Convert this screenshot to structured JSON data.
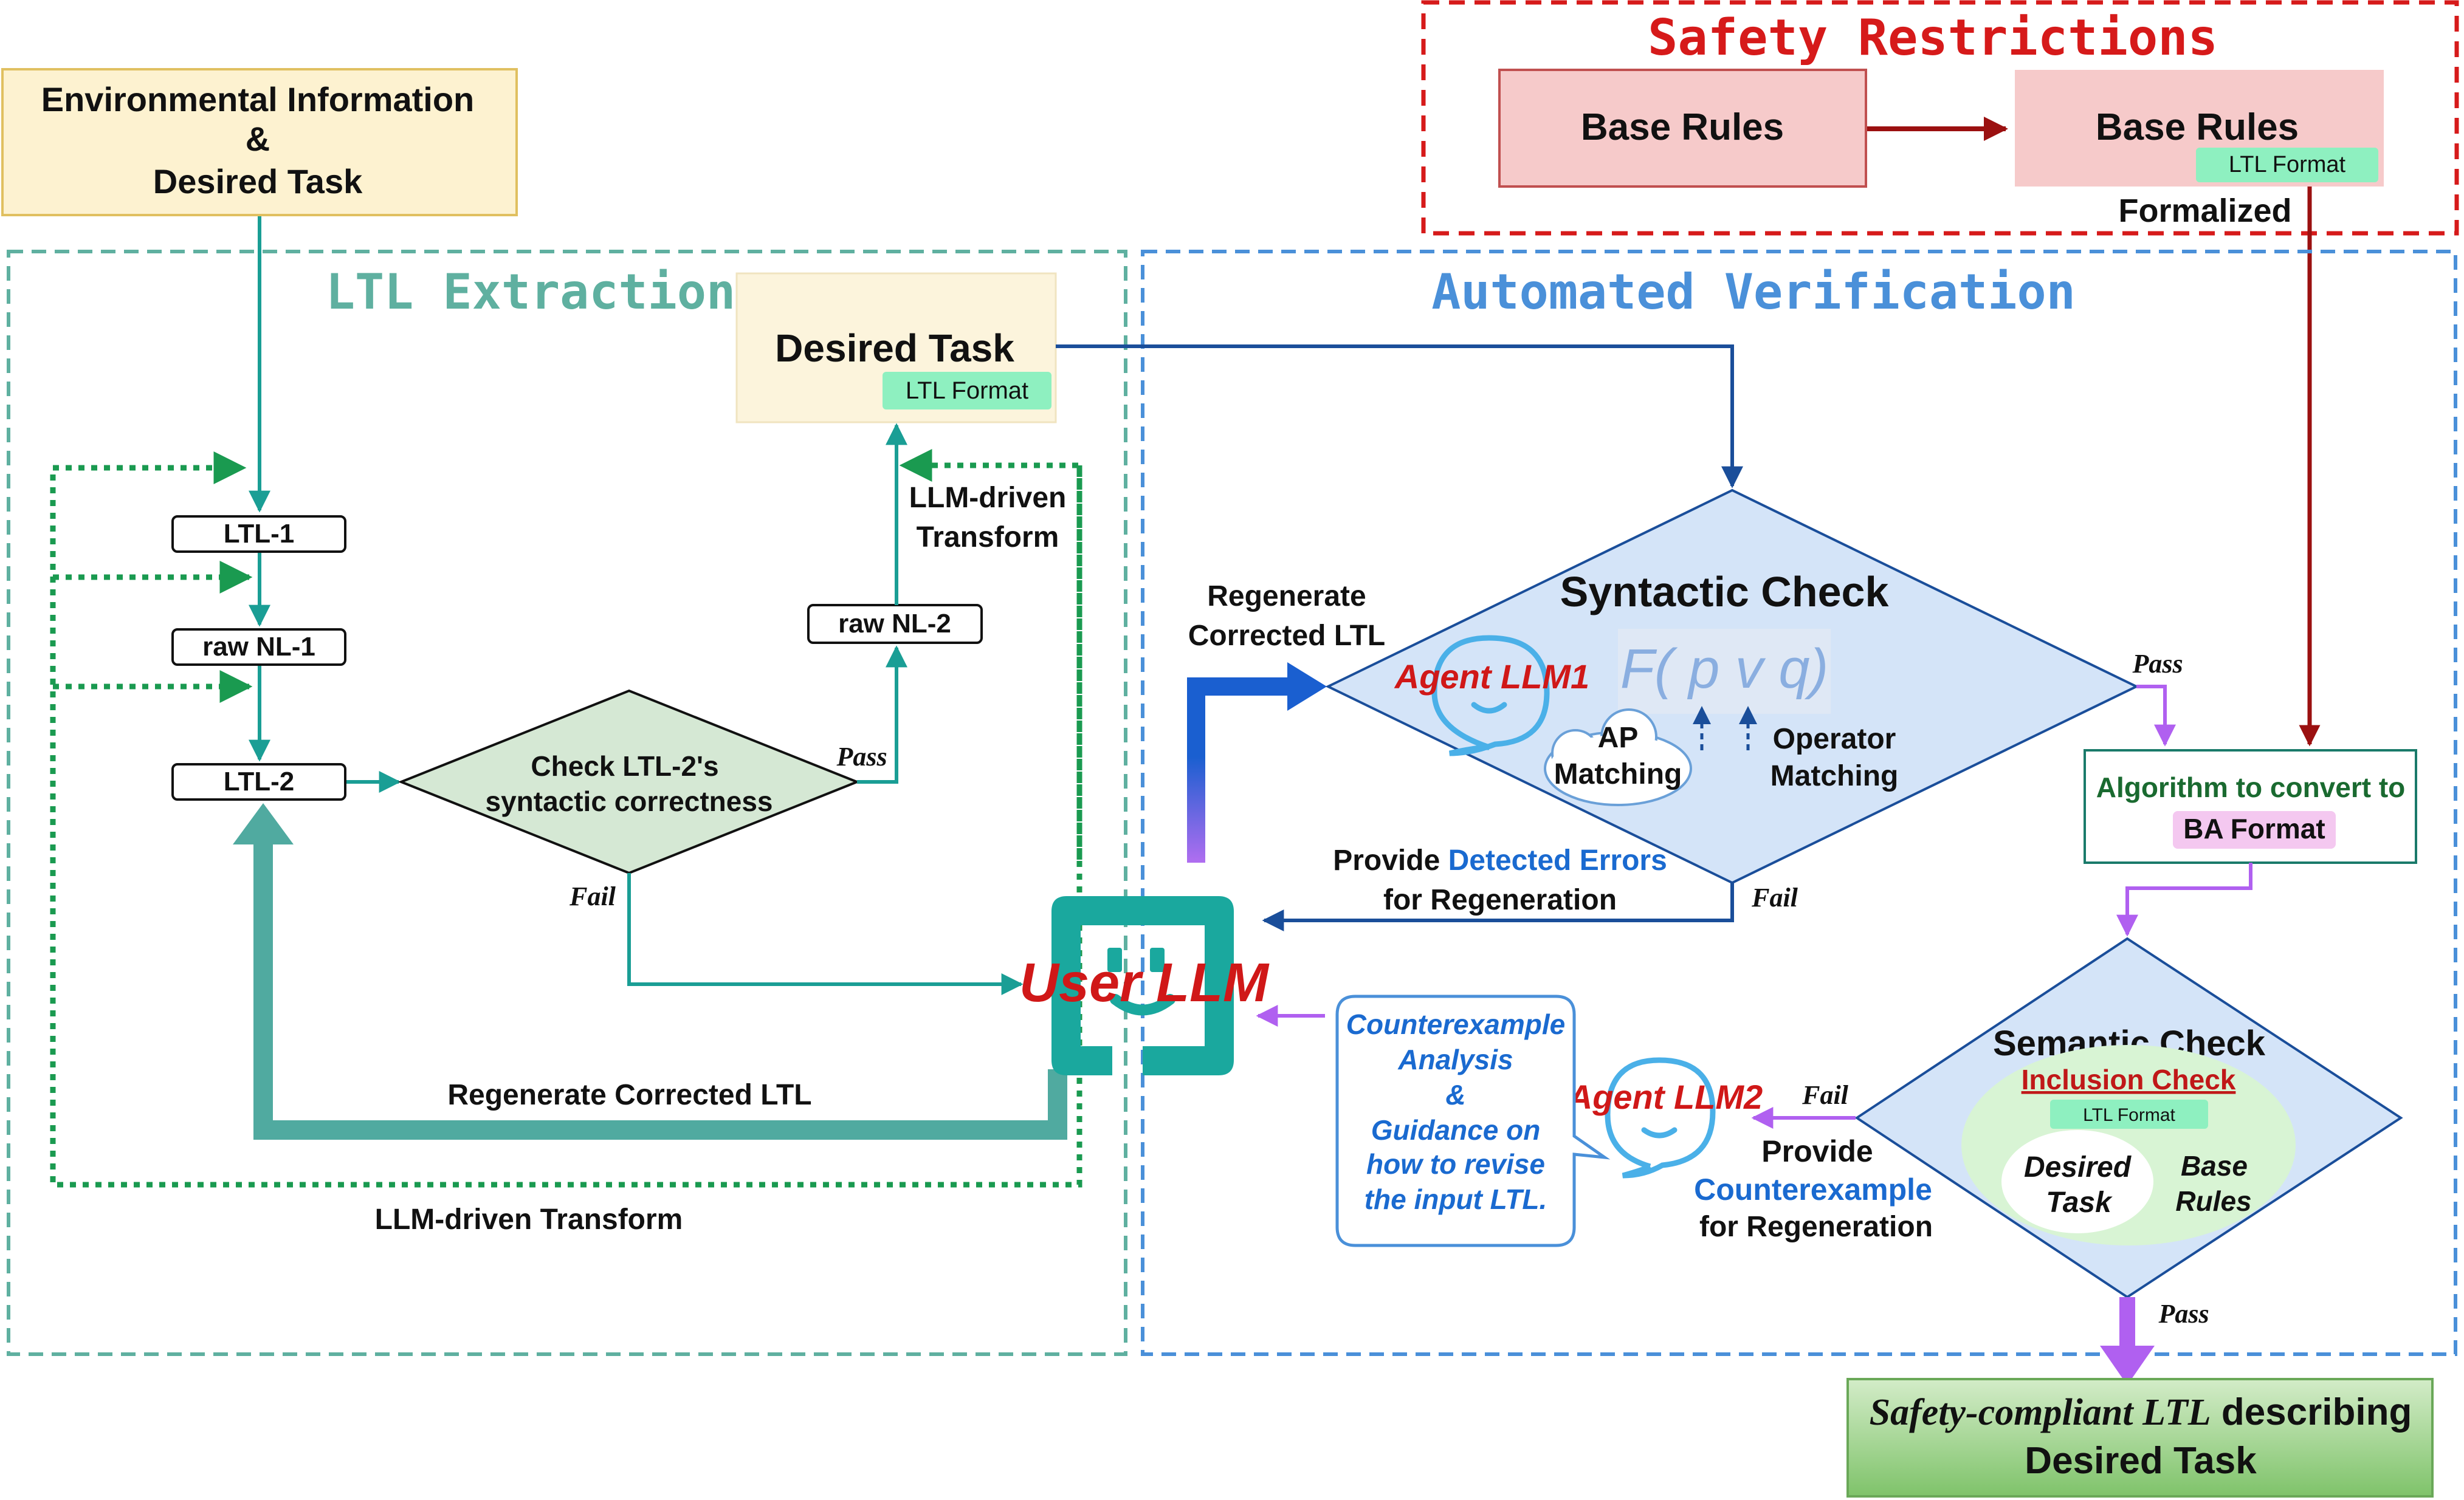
{
  "env_box": {
    "line1": "Environmental Information",
    "line2": "&",
    "line3": "Desired Task"
  },
  "safety": {
    "title": "Safety Restrictions",
    "base_rules": "Base Rules",
    "base_rules_formal": "Base Rules",
    "ltl_format_tag": "LTL Format",
    "formalized": "Formalized"
  },
  "ltl_extraction": {
    "title": "LTL Extraction",
    "desired_task": "Desired Task",
    "ltl_format_tag": "LTL Format",
    "ltl1": "LTL-1",
    "raw_nl1": "raw NL-1",
    "ltl2": "LTL-2",
    "raw_nl2": "raw NL-2",
    "check_line1": "Check LTL-2's",
    "check_line2": "syntactic correctness",
    "pass": "Pass",
    "fail": "Fail",
    "llm_transform_line1": "LLM-driven",
    "llm_transform_line2": "Transform",
    "llm_transform_bottom": "LLM-driven Transform",
    "regenerate": "Regenerate Corrected LTL"
  },
  "user_llm": "User LLM",
  "verification": {
    "title": "Automated Verification",
    "syntactic_check": "Syntactic Check",
    "agent1": "Agent LLM1",
    "formula": "F( p v q)",
    "ap_line1": "AP",
    "ap_line2": "Matching",
    "op_line1": "Operator",
    "op_line2": "Matching",
    "regen_line1": "Regenerate",
    "regen_line2": "Corrected LTL",
    "pass": "Pass",
    "fail": "Fail",
    "provide_prefix": "Provide ",
    "detected_errors": "Detected Errors",
    "for_regen": "for Regeneration",
    "algo_line1": "Algorithm to convert to",
    "ba_format": "BA Format",
    "semantic_check": "Semantic Check",
    "inclusion_check": "Inclusion Check",
    "ltl_format_tag": "LTL Format",
    "desired_line1": "Desired",
    "desired_line2": "Task",
    "base_line1": "Base",
    "base_line2": "Rules",
    "sem_fail": "Fail",
    "sem_pass": "Pass",
    "provide_word": "Provide",
    "counterexample": "Counterexample",
    "for_regen2": "for Regeneration",
    "agent2": "Agent LLM2",
    "bubble_line1": "Counterexample",
    "bubble_line2": "Analysis",
    "bubble_line3": "&",
    "bubble_line4": "Guidance on",
    "bubble_line5": "how to revise",
    "bubble_line6": "the input LTL."
  },
  "output": {
    "line1_italic": "Safety-compliant LTL",
    "line1_rest": " describing",
    "line2": "Desired Task"
  },
  "colors": {
    "teal": "#1a9e95",
    "green_dot": "#1a9a50",
    "dark_blue": "#1a4e9a",
    "dark_red": "#9b1010",
    "purple": "#b060f0",
    "red_title": "#d61a1a",
    "light_blue_fill": "#d4e4f8",
    "check_green_fill": "#d5e8d4"
  }
}
